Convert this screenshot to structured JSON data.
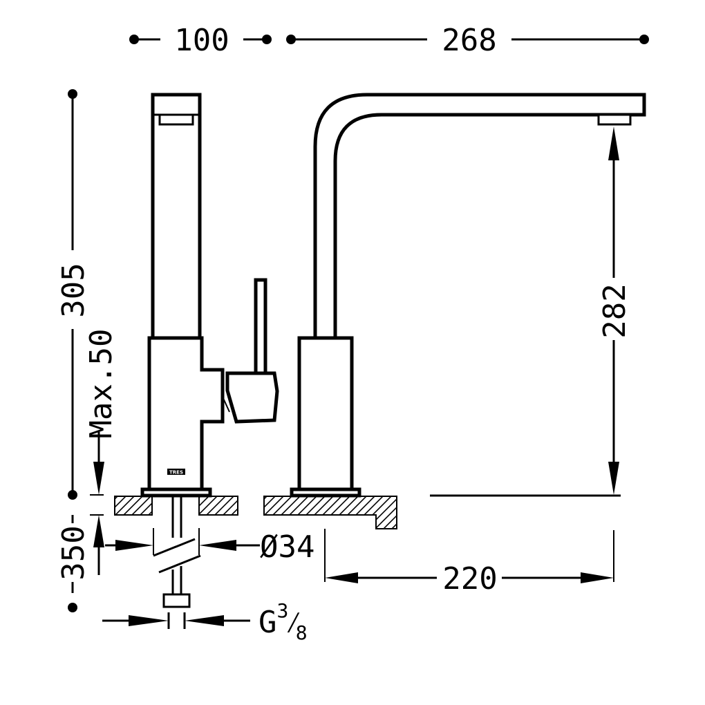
{
  "dimensions": {
    "width_base": "100",
    "reach": "268",
    "total_height": "305",
    "spout_height": "282",
    "max_deck": "Max.50",
    "hose_length": "350",
    "hole_diameter": "Ø34",
    "hole_to_counter_edge": "220",
    "connection_base": "G",
    "connection_num": "3",
    "connection_slash": "⁄",
    "connection_den": "8"
  },
  "logo": "TRES",
  "colors": {
    "line": "#000000",
    "background": "#ffffff"
  }
}
